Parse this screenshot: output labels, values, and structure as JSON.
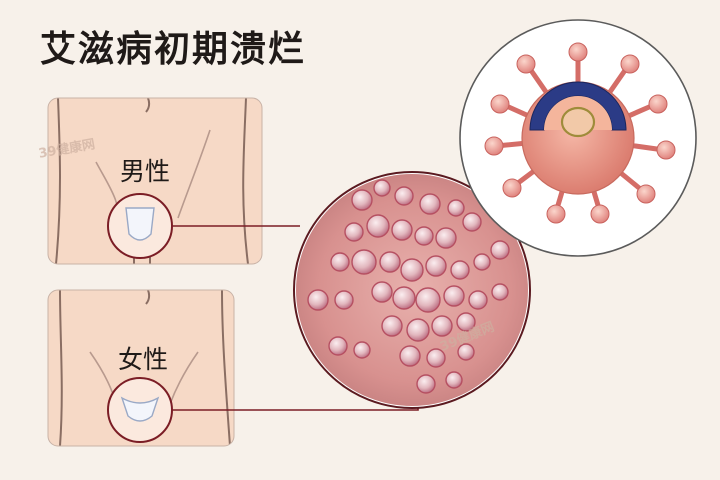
{
  "title": "艾滋病初期溃烂",
  "panels": {
    "male_label": "男性",
    "female_label": "女性"
  },
  "watermarks": [
    "39健康网",
    "39健康网"
  ],
  "colors": {
    "skin": "#f6d9c6",
    "skin_outline": "#8a6e63",
    "lesion_bg": "#dd9c9a",
    "blister": "#e9c9cd",
    "blister_edge": "#b65062",
    "virus_body": "#e99a8a",
    "virus_capsid": "#2b3b86",
    "connector_line": "#7b1d25"
  },
  "icons": [
    "virus-icon",
    "skin-lesion-magnifier",
    "male-torso-illustration",
    "female-torso-illustration"
  ]
}
